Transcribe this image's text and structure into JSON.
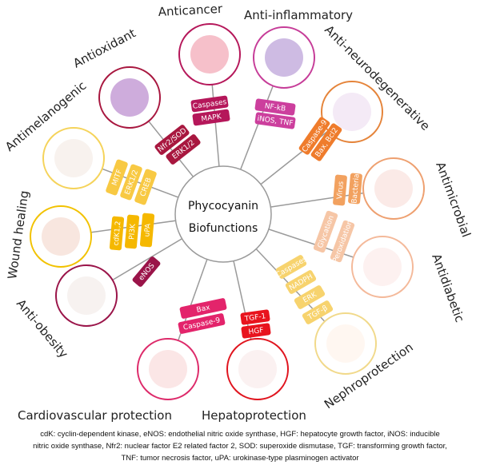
{
  "center": {
    "line1": "Phycocyanin",
    "line2": "Biofunctions"
  },
  "colors": {
    "line": "#9a9a9a"
  },
  "nodes": [
    {
      "label": "Antioxidant",
      "ring": "#a8173f",
      "fill": "#c9a3d8",
      "badges": [
        "Nfr2/SOD",
        "ERK1/2"
      ],
      "badge_color": "#a8173f"
    },
    {
      "label": "Anticancer",
      "ring": "#b5175a",
      "fill": "#f5b9c4",
      "badges": [
        "Caspases",
        "MAPK"
      ],
      "badge_color": "#b5175a"
    },
    {
      "label": "Anti-inflammatory",
      "ring": "#c63c98",
      "fill": "#c9b4e0",
      "badges": [
        "NF-kB",
        "iNOS, TNF"
      ],
      "badge_color": "#cc3f9d"
    },
    {
      "label": "Anti-neurodegenerative",
      "ring": "#e5843a",
      "fill": "#f3e8f5",
      "badges": [
        "Bax, Bcl2",
        "Caspase-9"
      ],
      "badge_color": "#ef7c2c"
    },
    {
      "label": "Antimicrobial",
      "ring": "#eea070",
      "fill": "#fbe8e4",
      "badges": [
        "Bacteria",
        "Virus"
      ],
      "badge_color": "#f2a15f"
    },
    {
      "label": "Antidiabetic",
      "ring": "#f4b99a",
      "fill": "#fdf0ee",
      "badges": [
        "Glycation",
        "Peroxidation"
      ],
      "badge_color": "#f6c6a6"
    },
    {
      "label": "Nephroprotection",
      "ring": "#f1d98a",
      "fill": "#fff6ef",
      "badges": [
        "Caspases",
        "NADPH",
        "ERK",
        "TGF-β"
      ],
      "badge_color": "#f7d36e"
    },
    {
      "label": "Hepatoprotection",
      "ring": "#e0141e",
      "fill": "#fbeff0",
      "badges": [
        "TGF-1",
        "HGF"
      ],
      "badge_color": "#e8141e"
    },
    {
      "label": "Cardiovascular protection",
      "ring": "#dd2a6a",
      "fill": "#fbe3e3",
      "badges": [
        "Bax",
        "Caspase-9"
      ],
      "badge_color": "#e3246b"
    },
    {
      "label": "Anti-obesity",
      "ring": "#9a1449",
      "fill": "#f6f1ee",
      "badges": [
        "eNOS"
      ],
      "badge_color": "#9a1449"
    },
    {
      "label": "Wound healing",
      "ring": "#f2c200",
      "fill": "#f7e3dc",
      "badges": [
        "cdK1,2",
        "PI3K",
        "uPA"
      ],
      "badge_color": "#f5b800"
    },
    {
      "label": "Antimelanogenic",
      "ring": "#f5d35a",
      "fill": "#f7f1ec",
      "badges": [
        "MITF",
        "ERK1/2",
        "CREB"
      ],
      "badge_color": "#f8c943"
    }
  ],
  "footer": {
    "line1": "cdK: cyclin-dependent kinase, eNOS: endothelial nitric oxide synthase, HGF: hepatocyte growth factor, iNOS: inducible",
    "line2": "nitric oxide synthase, Nfr2: nuclear factor E2 related factor 2, SOD: superoxide dismutase, TGF: transforming growth factor,",
    "line3": "TNF: tumor necrosis factor, uPA: urokinase-type plasminogen activator"
  }
}
